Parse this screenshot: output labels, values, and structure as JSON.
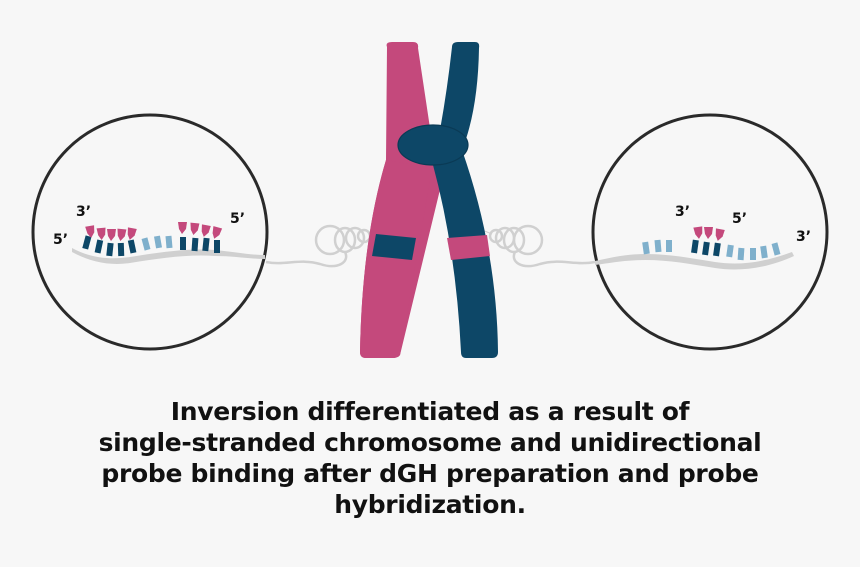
{
  "colors": {
    "pink": "#c4497c",
    "navy": "#0d4767",
    "light_blue": "#7fb0cc",
    "backbone_gray": "#d0d0d0",
    "circle_stroke": "#2a2a2a",
    "background": "#f7f7f7"
  },
  "left_panel": {
    "labels": {
      "strand_start": "5’",
      "probe_a_end": "3’",
      "probe_b_end": "5’"
    },
    "description": "Two probe sets bound in opposite orientations on single-stranded chromosome (inversion present)"
  },
  "right_panel": {
    "labels": {
      "probe_start": "3’",
      "probe_end": "5’",
      "strand_end": "3’"
    },
    "description": "Single probe set bound unidirectionally on normal strand"
  },
  "chromosome": {
    "left_chromatid_color": "pink",
    "right_chromatid_color": "navy",
    "centromere_color": "navy"
  },
  "caption": {
    "lines": [
      "Inversion differentiated as a result of",
      "single-stranded chromosome and unidirectional",
      "probe binding after dGH preparation and probe",
      "hybridization."
    ]
  }
}
